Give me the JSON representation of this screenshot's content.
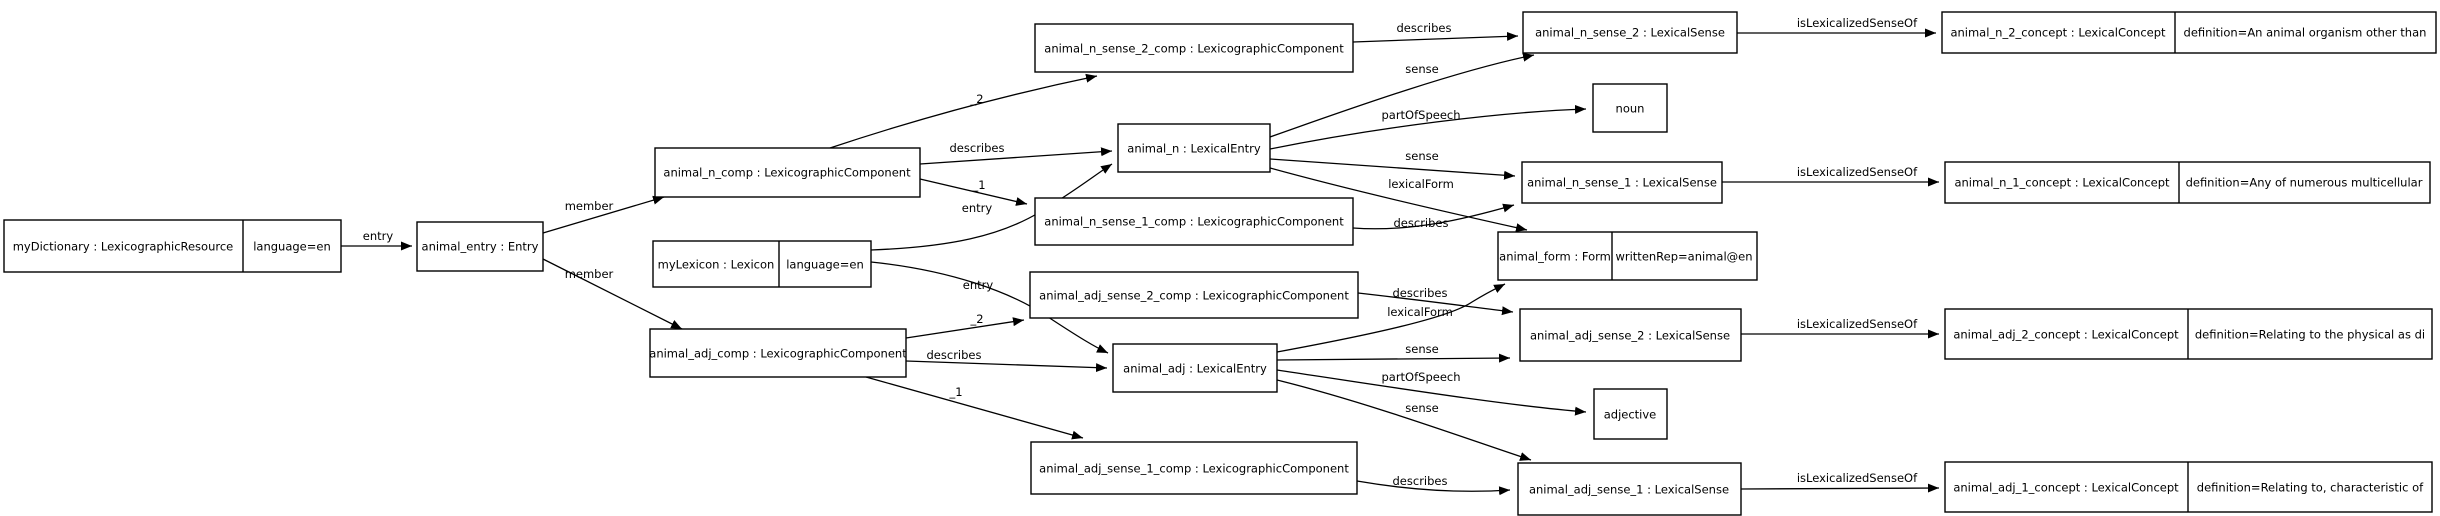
{
  "diagram": {
    "type": "graphviz-object-graph",
    "background": "#ffffff",
    "stroke_color": "#000000",
    "nodes": {
      "my_dictionary": {
        "name": "myDictionary : LexicographicResource",
        "attr": "language=en"
      },
      "animal_entry": {
        "name": "animal_entry : Entry"
      },
      "animal_n_comp": {
        "name": "animal_n_comp : LexicographicComponent"
      },
      "my_lexicon": {
        "name": "myLexicon : Lexicon",
        "attr": "language=en"
      },
      "animal_adj_comp": {
        "name": "animal_adj_comp : LexicographicComponent"
      },
      "animal_n_sense_2_comp": {
        "name": "animal_n_sense_2_comp : LexicographicComponent"
      },
      "animal_n": {
        "name": "animal_n : LexicalEntry"
      },
      "animal_n_sense_1_comp": {
        "name": "animal_n_sense_1_comp : LexicographicComponent"
      },
      "animal_adj_sense_2_comp": {
        "name": "animal_adj_sense_2_comp : LexicographicComponent"
      },
      "animal_adj": {
        "name": "animal_adj : LexicalEntry"
      },
      "animal_adj_sense_1_comp": {
        "name": "animal_adj_sense_1_comp : LexicographicComponent"
      },
      "animal_n_sense_2": {
        "name": "animal_n_sense_2 : LexicalSense"
      },
      "noun": {
        "name": "noun"
      },
      "animal_n_sense_1": {
        "name": "animal_n_sense_1 : LexicalSense"
      },
      "animal_form": {
        "name": "animal_form : Form",
        "attr": "writtenRep=animal@en"
      },
      "animal_adj_sense_2": {
        "name": "animal_adj_sense_2 : LexicalSense"
      },
      "adjective": {
        "name": "adjective"
      },
      "animal_adj_sense_1": {
        "name": "animal_adj_sense_1 : LexicalSense"
      },
      "animal_n_2_concept": {
        "name": "animal_n_2_concept : LexicalConcept",
        "attr": "definition=An animal organism other than"
      },
      "animal_n_1_concept": {
        "name": "animal_n_1_concept : LexicalConcept",
        "attr": "definition=Any of numerous multicellular"
      },
      "animal_adj_2_concept": {
        "name": "animal_adj_2_concept : LexicalConcept",
        "attr": "definition=Relating to the physical as di"
      },
      "animal_adj_1_concept": {
        "name": "animal_adj_1_concept : LexicalConcept",
        "attr": "definition=Relating to, characteristic of"
      }
    },
    "edge_labels": {
      "entry": "entry",
      "member": "member",
      "describes": "describes",
      "sense": "sense",
      "part_of_speech": "partOfSpeech",
      "lexical_form": "lexicalForm",
      "is_lexicalized_sense_of": "isLexicalizedSenseOf",
      "seq_1": "_1",
      "seq_2": "_2"
    }
  }
}
